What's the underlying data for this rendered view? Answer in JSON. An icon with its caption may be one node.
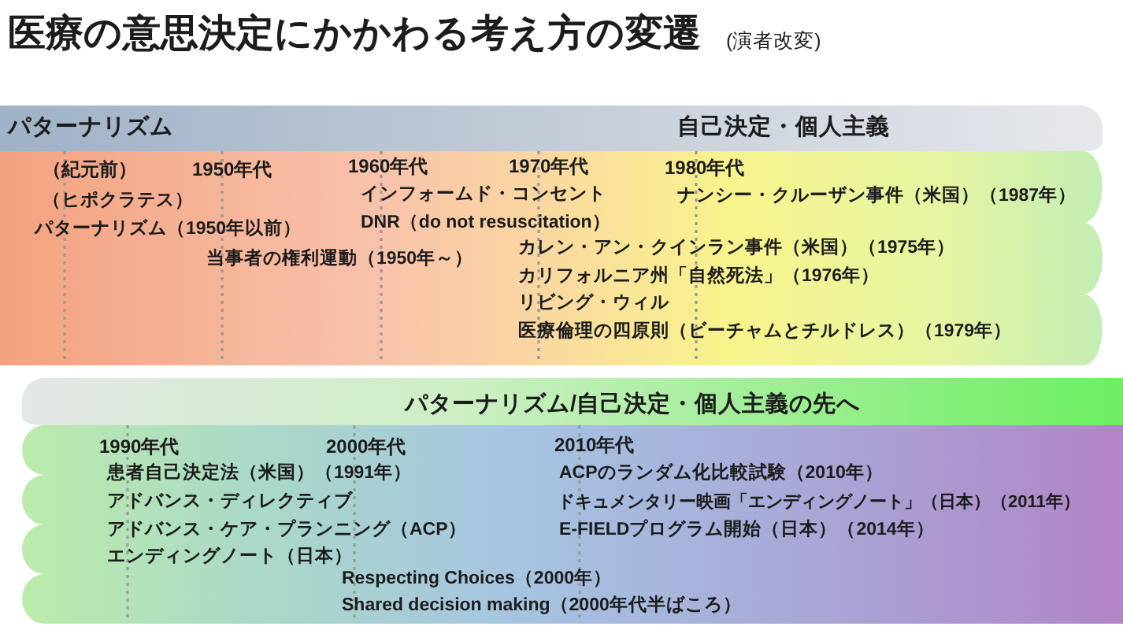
{
  "diagram": {
    "title": "医療の意思決定にかかわる考え方の変遷",
    "nodes": [
      {
        "text": [
          "パターナリズム",
          "自己決定・個人主義",
          "（紀元前）",
          "1950年代",
          "1960年代",
          "1970年代",
          "1980年代",
          "（ヒポクラテス）",
          "インフォームド・コンセント",
          "ナンシー・クルーザン事件（米国）（1987年）",
          "パターナリズム（1950年以前）",
          "DNR（do not resuscitation）",
          "当事者の権利運動（1950年～）",
          "カレン・アン・クインラン事件（米国）（1975年）",
          "カリフォルニア州「自然死法」（1976年）",
          "リビング・ウィル",
          "医療倫理の四原則（ビーチャムとチルドレス）（1979年）"
        ]
      },
      {
        "text": [
          "パターナリズム/自己決定・個人主義の先へ",
          "1990年代",
          "2000年代",
          "2010年代",
          "患者自己決定法（米国）（1991年）",
          "ACPのランダム化比較試験（2010年）",
          "アドバンス・ディレクティブ",
          "ドキュメンタリー映画「エンディングノート」（日本）（2011年）",
          "アドバンス・ケア・プランニング（ACP）",
          "E-FIELDプログラム開始（日本）（2014年）",
          "エンディングノート（日本）",
          "Respecting Choices（2000年）",
          "Shared decision making（2000年代半ばころ）"
        ]
      }
    ],
    "labels": [
      "(演者改変)"
    ]
  }
}
